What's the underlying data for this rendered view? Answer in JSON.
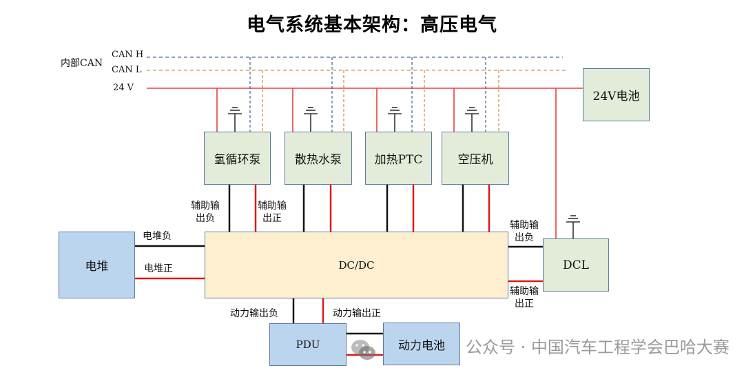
{
  "title": "电气系统基本架构：高压电气",
  "bus": {
    "group_label": "内部CAN",
    "can_h": "CAN H",
    "can_l": "CAN L",
    "v24": "24 V"
  },
  "components": {
    "h2_pump": "氢循环泵",
    "cooling_pump": "散热水泵",
    "ptc": "加热PTC",
    "compressor": "空压机",
    "battery_24v": "24V电池",
    "stack": "电堆",
    "dcdc": "DC/DC",
    "dcl": "DCL",
    "pdu": "PDU",
    "power_battery": "动力电池"
  },
  "labels": {
    "aux_neg_top": [
      "辅助输",
      "出负"
    ],
    "aux_pos_top": [
      "辅助输",
      "出正"
    ],
    "aux_neg_right": [
      "辅助输",
      "出负"
    ],
    "aux_pos_right": [
      "辅助输",
      "出正"
    ],
    "stack_neg": "电堆负",
    "stack_pos": "电堆正",
    "power_out_neg": "动力输出负",
    "power_out_pos": "动力输出正"
  },
  "watermark": "公众号 · 中国汽车工程学会巴哈大赛",
  "colors": {
    "v24_line": "#e8403c",
    "can_h_line": "#4a6a9c",
    "can_l_line": "#c8963c",
    "hv_pos": "#e01818",
    "hv_neg": "#111111"
  }
}
